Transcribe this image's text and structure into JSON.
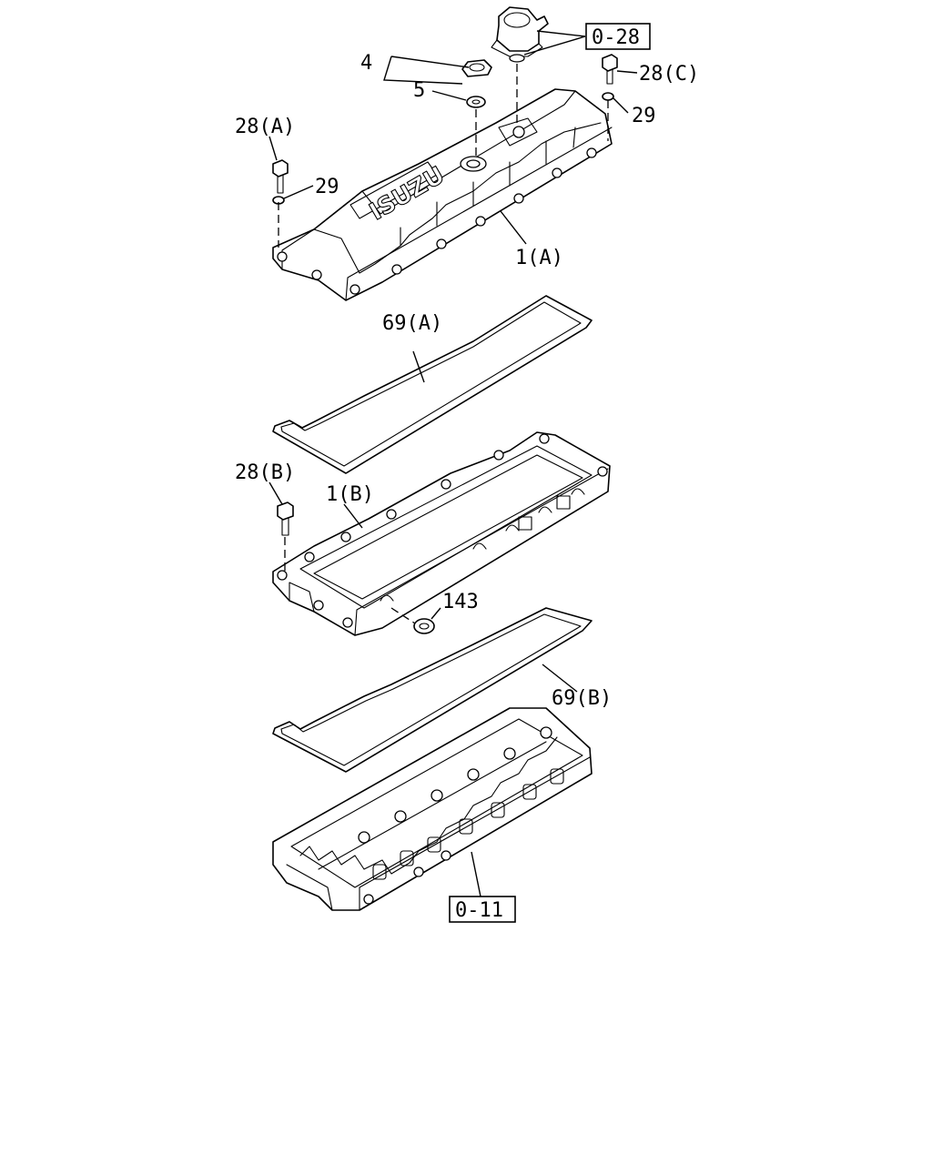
{
  "colors": {
    "line": "#000000",
    "background": "#ffffff"
  },
  "labels": {
    "p0_28": "0-28",
    "p4": "4",
    "p5": "5",
    "p28c": "28(C)",
    "p29_right": "29",
    "p28a": "28(A)",
    "p29_left": "29",
    "p1a": "1(A)",
    "p69a": "69(A)",
    "p28b": "28(B)",
    "p1b": "1(B)",
    "p143": "143",
    "p69b": "69(B)",
    "p0_11": "0-11"
  },
  "logo_text": "ISUZU"
}
